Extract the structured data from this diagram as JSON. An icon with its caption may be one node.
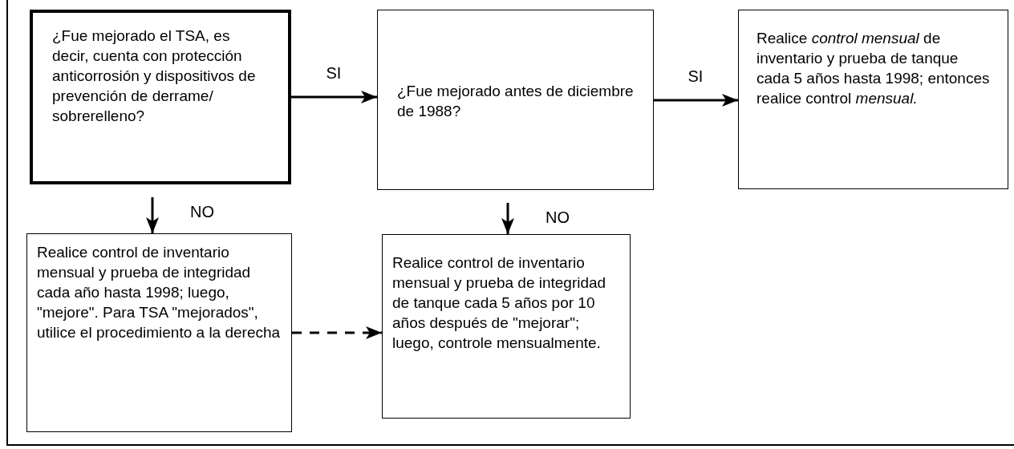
{
  "diagram": {
    "nodes": [
      {
        "text": [
          "¿Fue mejorado el TSA, es decir, cuenta con protección anticorrosión y dispositivos de prevención de derrame/ sobrerelleno?"
        ]
      },
      {
        "text": [
          "¿Fue mejorado antes de diciembre de 1988?"
        ]
      },
      {
        "text": [
          "Realice *control mensual* de inventario y prueba de tanque cada 5 años hasta 1998; entonces realice control *mensual.*"
        ]
      },
      {
        "text": [
          "Realice control de inventario mensual y prueba de integridad cada año hasta 1998; luego, \"mejore\". Para TSA \"mejorados\", utilice el procedimiento a la derecha"
        ]
      },
      {
        "text": [
          "Realice control de inventario mensual y prueba de integridad de tanque cada 5 años por 10 años después de \"mejorar\"; luego, controle mensualmente."
        ]
      }
    ],
    "edges": [
      {
        "from": 0,
        "to": 1,
        "arrow": "to",
        "label": "SI"
      },
      {
        "from": 1,
        "to": 2,
        "arrow": "to",
        "label": "SI"
      },
      {
        "from": 0,
        "to": 3,
        "arrow": "to",
        "label": "NO"
      },
      {
        "from": 1,
        "to": 4,
        "arrow": "to",
        "label": "NO"
      },
      {
        "from": 3,
        "to": 4,
        "arrow": "to",
        "style": "dashed"
      }
    ]
  }
}
